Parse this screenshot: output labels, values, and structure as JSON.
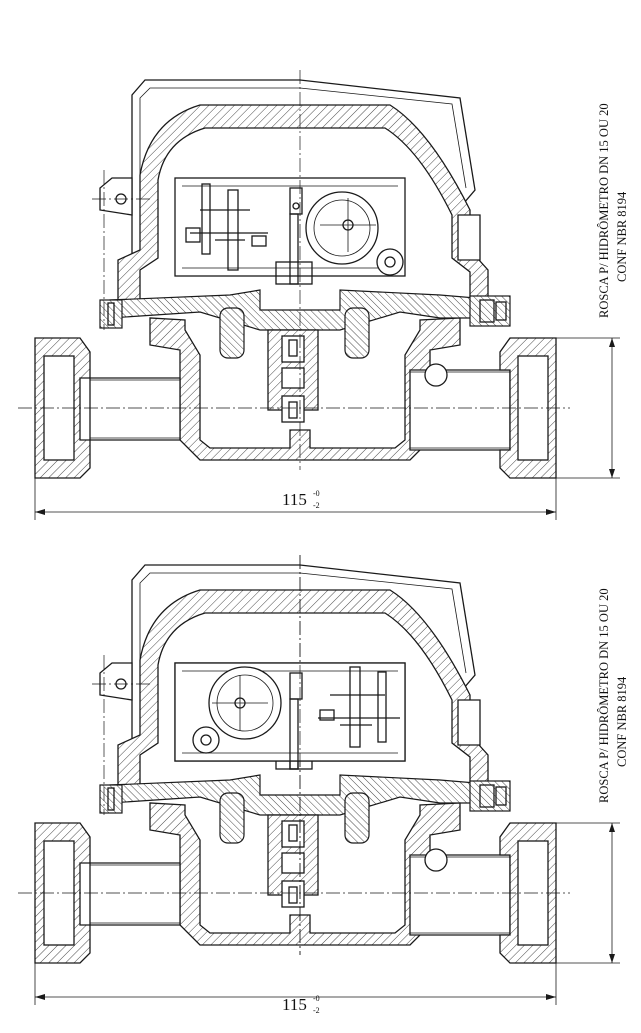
{
  "views": [
    {
      "id": "view-1",
      "note_line1": "ROSCA P/ HIDRÔMETRO DN 15 OU 20",
      "note_line2": "CONF NBR 8194",
      "dimension": {
        "value": "115",
        "upper_tolerance": "-0",
        "lower_tolerance": "-2"
      }
    },
    {
      "id": "view-2",
      "note_line1": "ROSCA P/ HIDRÔMETRO DN 15 OU 20",
      "note_line2": "CONF NBR 8194",
      "dimension": {
        "value": "115",
        "upper_tolerance": "-0",
        "lower_tolerance": "-2"
      }
    }
  ]
}
